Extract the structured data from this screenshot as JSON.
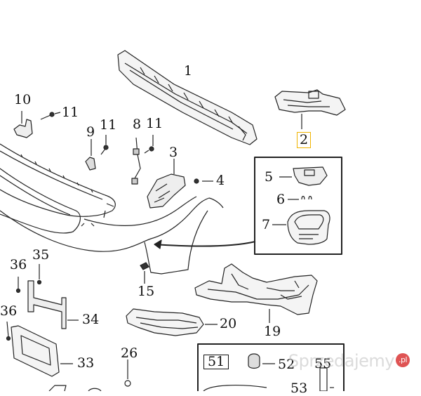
{
  "diagram": {
    "callouts": [
      {
        "id": "c1",
        "label": "1"
      },
      {
        "id": "c2",
        "label": "2",
        "highlighted": true
      },
      {
        "id": "c3",
        "label": "3"
      },
      {
        "id": "c4",
        "label": "4"
      },
      {
        "id": "c5",
        "label": "5"
      },
      {
        "id": "c6",
        "label": "6"
      },
      {
        "id": "c7",
        "label": "7"
      },
      {
        "id": "c8",
        "label": "8"
      },
      {
        "id": "c9",
        "label": "9"
      },
      {
        "id": "c10",
        "label": "10"
      },
      {
        "id": "c11a",
        "label": "11"
      },
      {
        "id": "c11b",
        "label": "11"
      },
      {
        "id": "c11c",
        "label": "11"
      },
      {
        "id": "c15",
        "label": "15"
      },
      {
        "id": "c19",
        "label": "19"
      },
      {
        "id": "c20",
        "label": "20"
      },
      {
        "id": "c26",
        "label": "26"
      },
      {
        "id": "c33",
        "label": "33"
      },
      {
        "id": "c34",
        "label": "34"
      },
      {
        "id": "c35",
        "label": "35"
      },
      {
        "id": "c36a",
        "label": "36"
      },
      {
        "id": "c36b",
        "label": "36"
      },
      {
        "id": "c51",
        "label": "51"
      },
      {
        "id": "c52",
        "label": "52"
      },
      {
        "id": "c55",
        "label": "55"
      },
      {
        "id": "c53",
        "label": "53"
      }
    ],
    "highlight_color": "#f0b400",
    "line_color": "#222222"
  },
  "watermark": {
    "text": "Sprzedajemy",
    "badge": ".pl",
    "badge_color": "#d72828"
  }
}
